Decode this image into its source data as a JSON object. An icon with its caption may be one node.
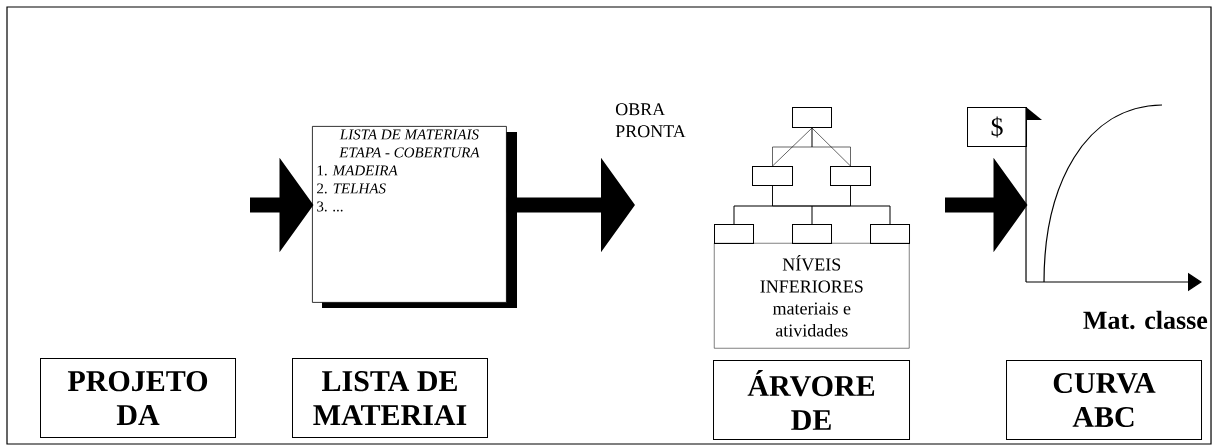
{
  "diagram": {
    "nodes": [
      {
        "text": [
          "LISTA DE MATERIAIS ETAPA - COBERTURA",
          "1. *MADEIRA*",
          "2. *TELHAS*",
          "3. *...*"
        ]
      },
      {
        "text": [],
        "shape": "box"
      },
      {
        "text": [],
        "shape": "box"
      },
      {
        "text": [],
        "shape": "box"
      },
      {
        "text": [],
        "shape": "box"
      },
      {
        "text": [],
        "shape": "box"
      },
      {
        "text": [],
        "shape": "box"
      },
      {
        "text": [
          "NÍVEIS INFERIORES",
          "materiais e atividades"
        ]
      },
      {
        "text": [
          "$"
        ]
      },
      {
        "text": [],
        "shape": "chart"
      },
      {
        "text": [
          "PROJETO DA"
        ]
      },
      {
        "text": [
          "LISTA DE MATERIAI"
        ]
      },
      {
        "text": [
          "ÁRVORE DE"
        ]
      },
      {
        "text": [
          "CURVA ABC"
        ]
      }
    ],
    "edges": [
      {
        "from": null,
        "to": 0,
        "arrow": "to",
        "style": "thick"
      },
      {
        "from": 0,
        "to": null,
        "arrow": "to",
        "style": "thick"
      },
      {
        "from": null,
        "to": 9,
        "arrow": "to",
        "style": "thick"
      },
      {
        "from": 1,
        "to": 2,
        "arrow": "none"
      },
      {
        "from": 1,
        "to": 3,
        "arrow": "none"
      },
      {
        "from": 1,
        "to": 2,
        "arrow": "none"
      },
      {
        "from": 1,
        "to": 3,
        "arrow": "none"
      },
      {
        "from": 2,
        "to": 4,
        "arrow": "none"
      },
      {
        "from": 2,
        "to": 5,
        "arrow": "none"
      },
      {
        "from": 2,
        "to": 6,
        "arrow": "none"
      },
      {
        "from": 3,
        "to": 4,
        "arrow": "none"
      },
      {
        "from": 3,
        "to": 5,
        "arrow": "none"
      },
      {
        "from": 3,
        "to": 6,
        "arrow": "none"
      }
    ],
    "labels": [
      "OBRA PRONTA",
      "Mat. classe"
    ]
  }
}
